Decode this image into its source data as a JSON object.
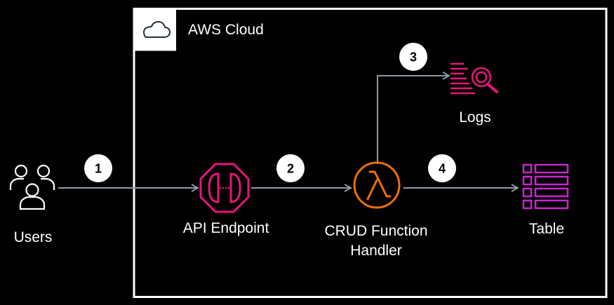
{
  "cloud": {
    "title": "AWS Cloud",
    "icon": "cloud-icon",
    "border_color": "#ffffff"
  },
  "nodes": {
    "users": {
      "label": "Users",
      "icon": "users-icon",
      "color": "#ffffff"
    },
    "api": {
      "label": "API Endpoint",
      "icon": "api-gateway-icon",
      "color": "#e7157b"
    },
    "function": {
      "label_line1": "CRUD Function",
      "label_line2": "Handler",
      "icon": "lambda-icon",
      "color": "#ed7100"
    },
    "logs": {
      "label": "Logs",
      "icon": "logs-search-icon",
      "color": "#e7157b"
    },
    "table": {
      "label": "Table",
      "icon": "table-icon",
      "color": "#c925d1"
    }
  },
  "steps": [
    "1",
    "2",
    "3",
    "4"
  ],
  "connector_color": "#8d9aa8"
}
